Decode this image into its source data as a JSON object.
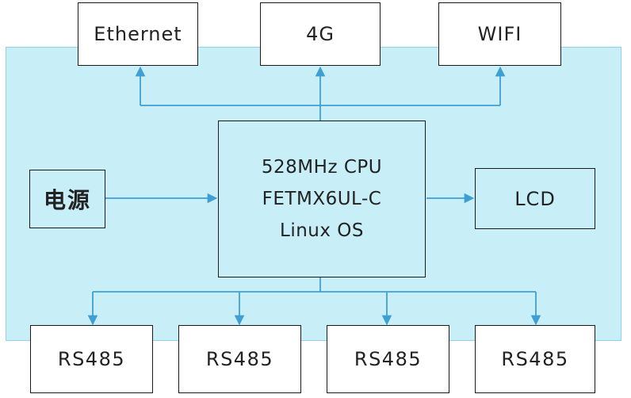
{
  "diagram": {
    "top_modules": [
      "Ethernet",
      "4G",
      "WIFI"
    ],
    "cpu": {
      "line1": "528MHz CPU",
      "line2": "FETMX6UL-C",
      "line3": "Linux OS"
    },
    "power": "电源",
    "display": "LCD",
    "bottom_modules": [
      "RS485",
      "RS485",
      "RS485",
      "RS485"
    ],
    "colors": {
      "board_fill": "#c8eef8",
      "connector": "#3f9fd3",
      "box_border": "#1a1a1a"
    }
  }
}
